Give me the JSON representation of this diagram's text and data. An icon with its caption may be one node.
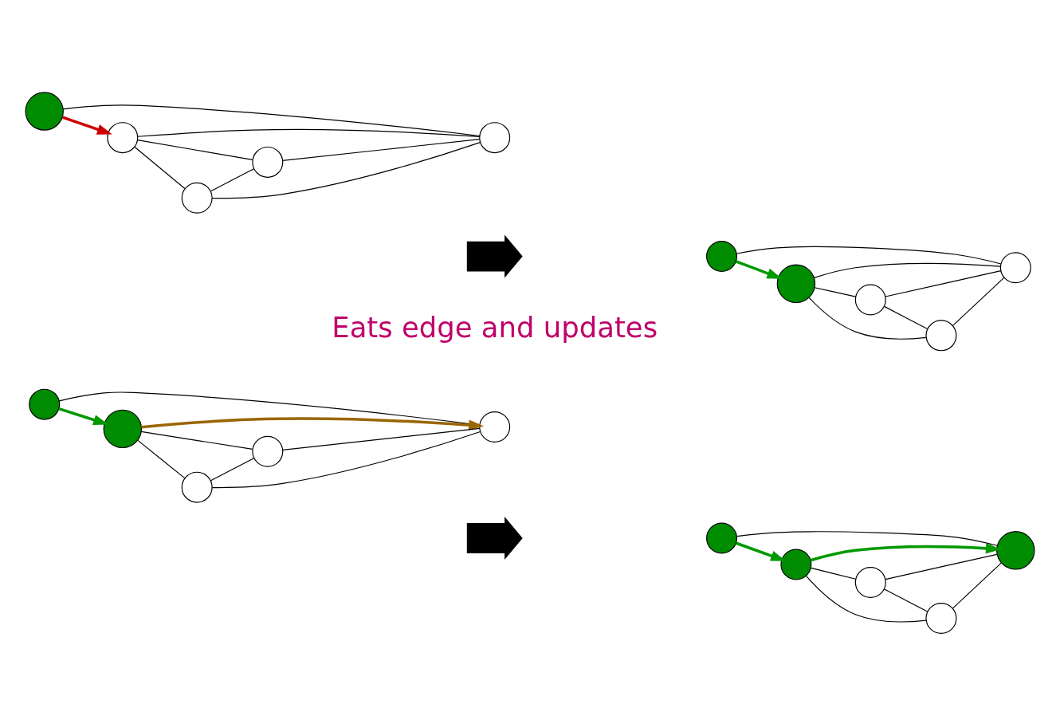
{
  "diagram": {
    "nodes": [
      {
        "text": [],
        "shape": "circle"
      },
      {
        "text": [],
        "shape": "circle"
      },
      {
        "text": [],
        "shape": "circle"
      },
      {
        "text": [],
        "shape": "circle"
      },
      {
        "text": [],
        "shape": "circle"
      },
      {
        "text": [],
        "shape": "arrow"
      },
      {
        "text": [],
        "shape": "circle"
      },
      {
        "text": [],
        "shape": "circle"
      },
      {
        "text": [],
        "shape": "circle"
      },
      {
        "text": [],
        "shape": "circle"
      },
      {
        "text": [],
        "shape": "circle"
      },
      {
        "text": [],
        "shape": "circle"
      },
      {
        "text": [],
        "shape": "circle"
      },
      {
        "text": [],
        "shape": "circle"
      },
      {
        "text": [],
        "shape": "circle"
      },
      {
        "text": [],
        "shape": "circle"
      },
      {
        "text": [],
        "shape": "arrow"
      },
      {
        "text": [],
        "shape": "circle"
      },
      {
        "text": [],
        "shape": "circle"
      },
      {
        "text": [],
        "shape": "circle"
      },
      {
        "text": [],
        "shape": "circle"
      },
      {
        "text": [],
        "shape": "circle"
      }
    ],
    "edges": [
      {
        "from": 0,
        "to": 1,
        "arrow": "to",
        "style": "thick",
        "color": "#cc0000"
      },
      {
        "from": 1,
        "to": 2,
        "arrow": "none"
      },
      {
        "from": 1,
        "to": 4,
        "arrow": "none"
      },
      {
        "from": 1,
        "to": 3,
        "arrow": "none"
      },
      {
        "from": 2,
        "to": 4,
        "arrow": "none"
      },
      {
        "from": 2,
        "to": 3,
        "arrow": "none"
      },
      {
        "from": 3,
        "to": 4,
        "arrow": "none"
      },
      {
        "from": 0,
        "to": 4,
        "arrow": "none"
      },
      {
        "from": 6,
        "to": 7,
        "arrow": "to",
        "style": "thick",
        "color": "#009900"
      },
      {
        "from": 7,
        "to": 8,
        "arrow": "none"
      },
      {
        "from": 7,
        "to": 10,
        "arrow": "none"
      },
      {
        "from": 7,
        "to": 9,
        "arrow": "none"
      },
      {
        "from": 8,
        "to": 10,
        "arrow": "none"
      },
      {
        "from": 8,
        "to": 9,
        "arrow": "none"
      },
      {
        "from": 9,
        "to": 10,
        "arrow": "none"
      },
      {
        "from": 6,
        "to": 10,
        "arrow": "none"
      },
      {
        "from": 11,
        "to": 12,
        "arrow": "to",
        "style": "thick",
        "color": "#009900"
      },
      {
        "from": 12,
        "to": 13,
        "arrow": "none"
      },
      {
        "from": 12,
        "to": 15,
        "arrow": "to",
        "style": "thick",
        "color": "#996600"
      },
      {
        "from": 12,
        "to": 14,
        "arrow": "none"
      },
      {
        "from": 13,
        "to": 15,
        "arrow": "none"
      },
      {
        "from": 13,
        "to": 14,
        "arrow": "none"
      },
      {
        "from": 14,
        "to": 15,
        "arrow": "none"
      },
      {
        "from": 11,
        "to": 15,
        "arrow": "none"
      },
      {
        "from": 17,
        "to": 18,
        "arrow": "to",
        "style": "thick",
        "color": "#009900"
      },
      {
        "from": 18,
        "to": 19,
        "arrow": "none"
      },
      {
        "from": 18,
        "to": 21,
        "arrow": "to",
        "style": "thick",
        "color": "#009900"
      },
      {
        "from": 18,
        "to": 20,
        "arrow": "none"
      },
      {
        "from": 19,
        "to": 21,
        "arrow": "none"
      },
      {
        "from": 19,
        "to": 20,
        "arrow": "none"
      },
      {
        "from": 20,
        "to": 21,
        "arrow": "none"
      },
      {
        "from": 17,
        "to": 21,
        "arrow": "none"
      }
    ],
    "labels": [
      "Eats edge and updates"
    ]
  }
}
